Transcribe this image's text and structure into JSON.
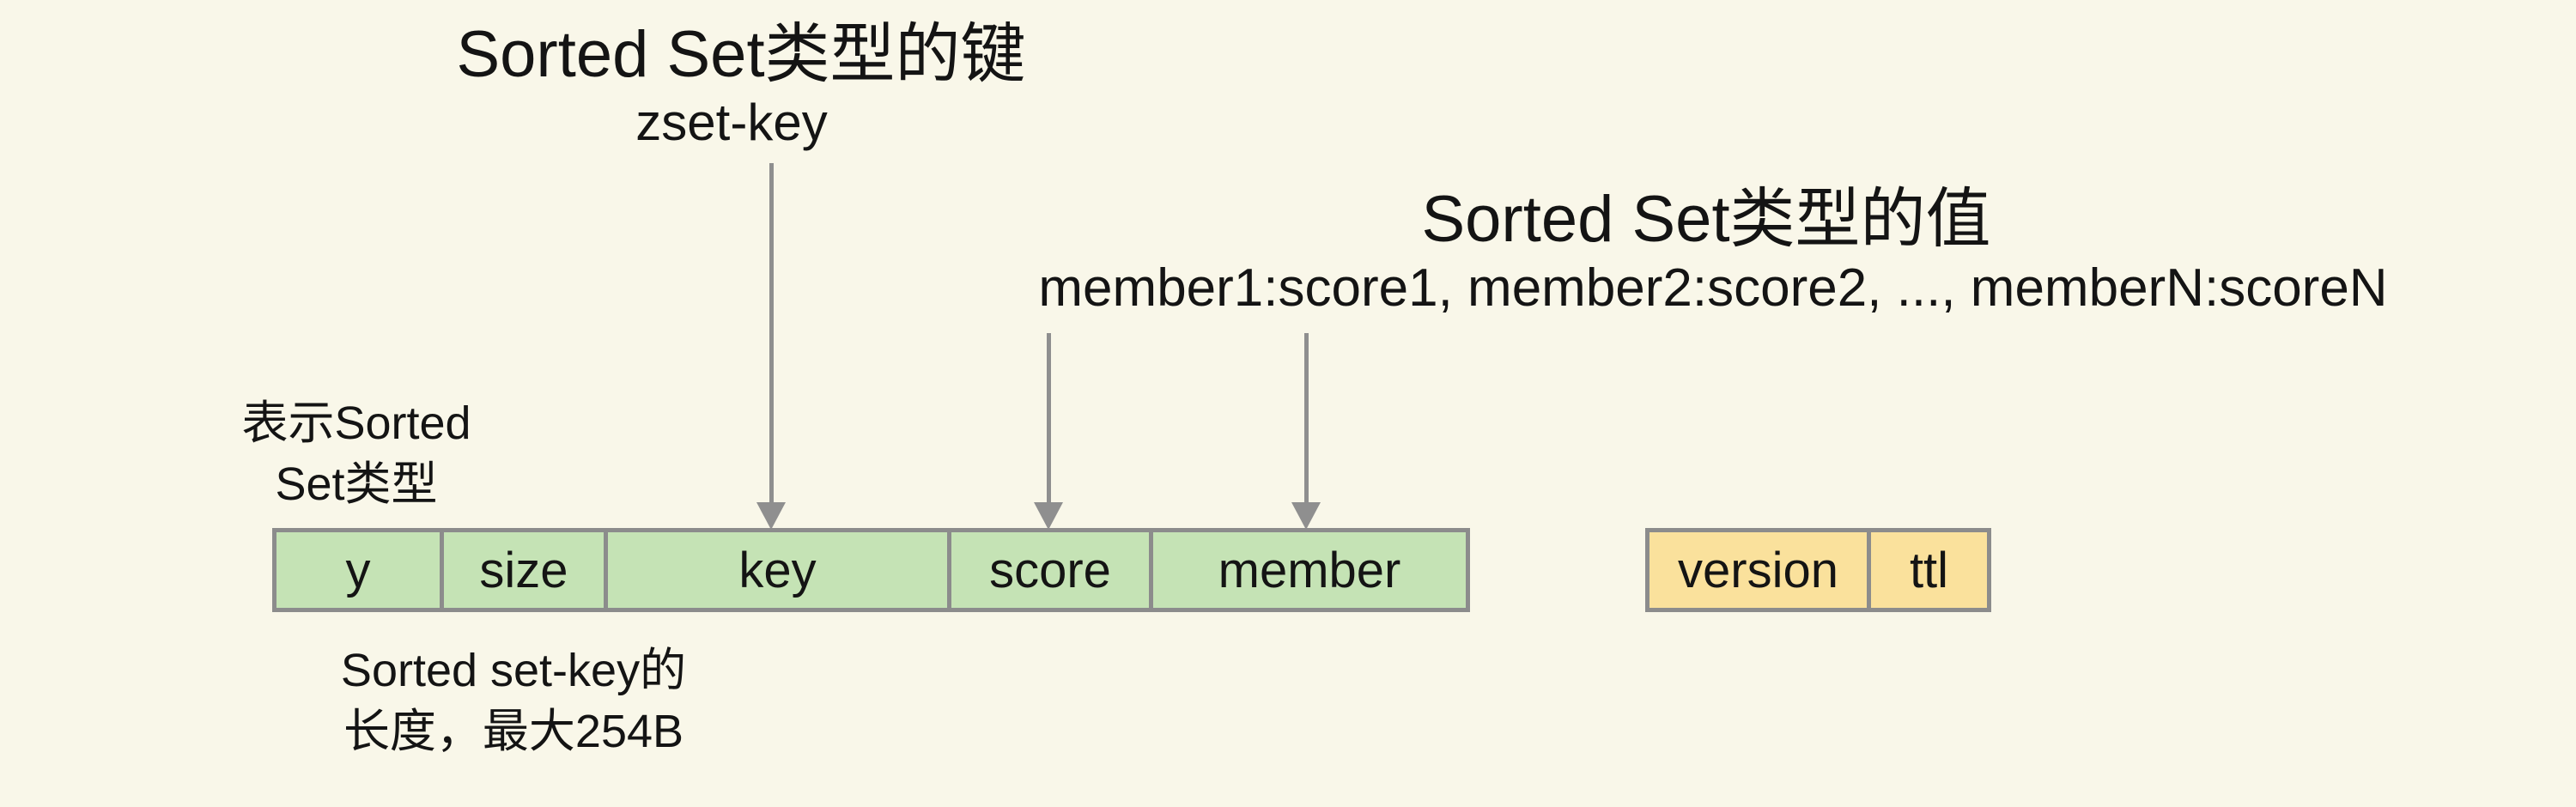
{
  "canvas": {
    "background_color": "#f9f7e9",
    "text_color": "#141414"
  },
  "key_annotation": {
    "title": "Sorted Set类型的键",
    "example": "zset-key"
  },
  "value_annotation": {
    "title": "Sorted Set类型的值",
    "example": "member1:score1, member2:score2, ..., memberN:scoreN"
  },
  "type_flag_note": {
    "line1": "表示Sorted",
    "line2": "Set类型"
  },
  "key_length_note": {
    "line1": "Sorted set-key的",
    "line2": "长度，最大254B"
  },
  "key_structure": {
    "fill_color": "#c5e3b5",
    "border_color": "#8c8c8c",
    "cells": [
      {
        "label": "y"
      },
      {
        "label": "size"
      },
      {
        "label": "key"
      },
      {
        "label": "score"
      },
      {
        "label": "member"
      }
    ]
  },
  "value_structure": {
    "fill_color": "#fae19c",
    "border_color": "#8c8c8c",
    "cells": [
      {
        "label": "version"
      },
      {
        "label": "ttl"
      }
    ]
  },
  "arrows": {
    "color": "#8f8f8f",
    "targets": [
      "key",
      "score",
      "member"
    ]
  }
}
